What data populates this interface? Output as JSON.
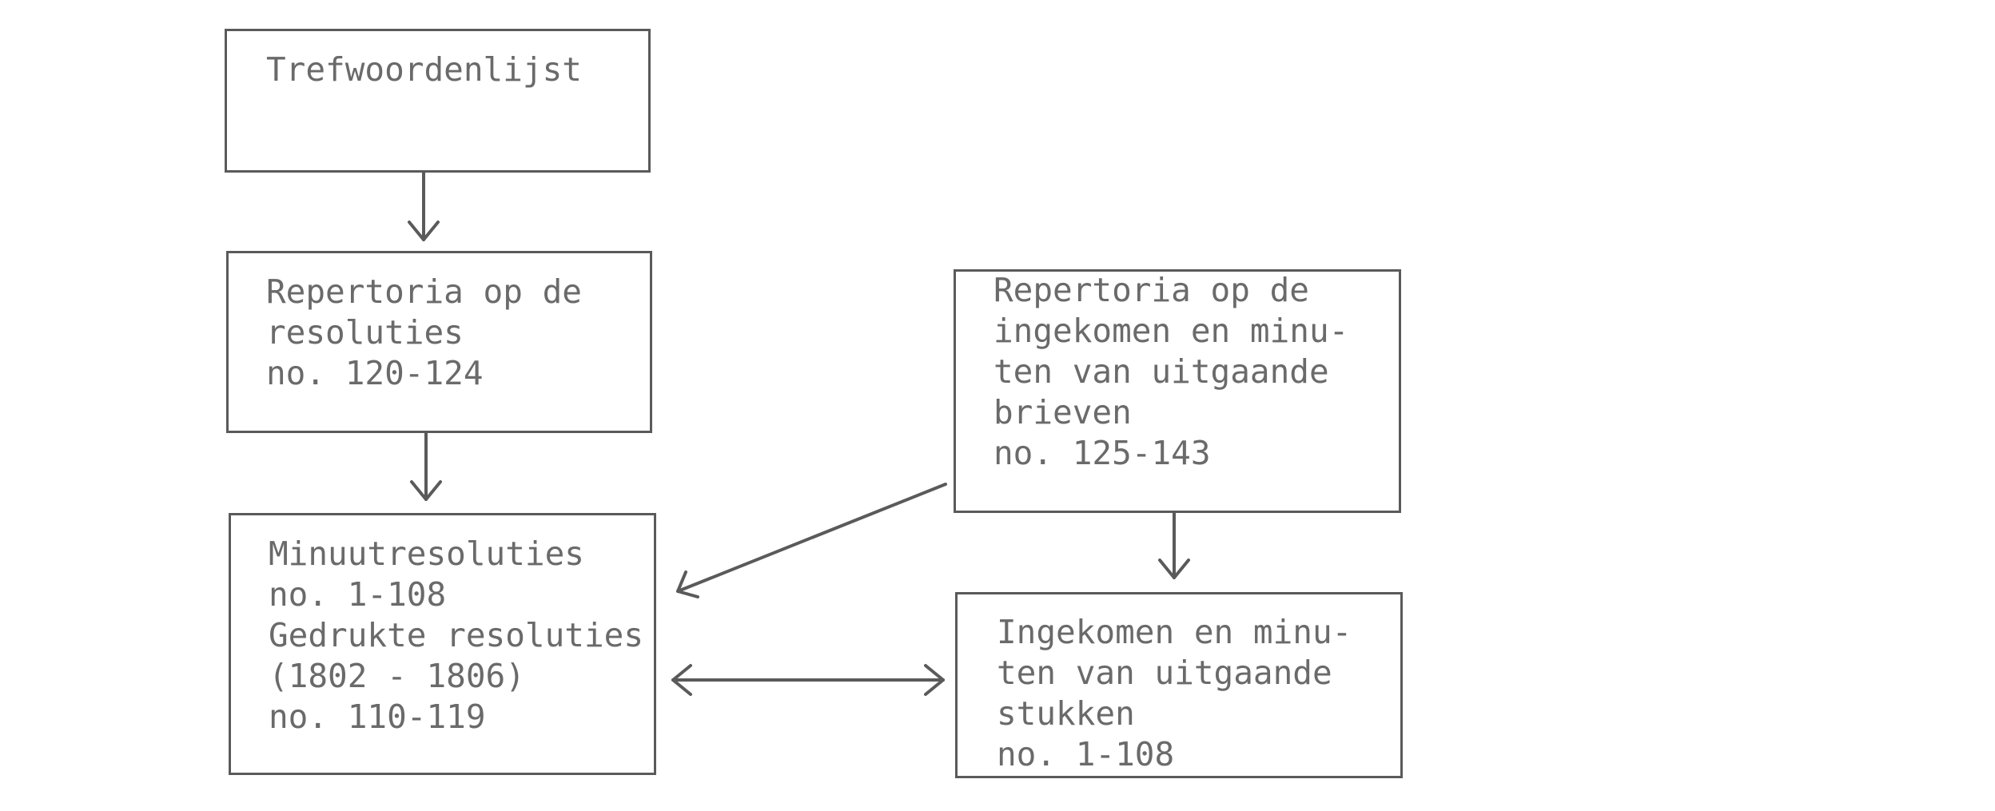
{
  "diagram": {
    "stroke_color": "#5a5a5a",
    "text_color": "#6a6a6a",
    "boxes": {
      "keyword_list": {
        "lines": [
          "Trefwoordenlijst"
        ]
      },
      "repertoria_resolutions": {
        "lines": [
          "Repertoria op de",
          "resoluties",
          "no. 120-124"
        ]
      },
      "minute_resolutions": {
        "lines": [
          "Minuutresoluties",
          "no. 1-108",
          "Gedrukte resoluties",
          "(1802 - 1806)",
          "no. 110-119"
        ]
      },
      "repertoria_letters": {
        "lines": [
          "Repertoria op de",
          "ingekomen en minu-",
          "ten van uitgaande",
          "brieven",
          "no. 125-143"
        ]
      },
      "incoming_outgoing": {
        "lines": [
          "Ingekomen en minu-",
          "ten van uitgaande",
          "stukken",
          "no. 1-108"
        ]
      }
    },
    "connections": [
      {
        "from": "keyword_list",
        "to": "repertoria_resolutions",
        "direction": "forward"
      },
      {
        "from": "repertoria_resolutions",
        "to": "minute_resolutions",
        "direction": "forward"
      },
      {
        "from": "repertoria_letters",
        "to": "minute_resolutions",
        "direction": "forward"
      },
      {
        "from": "repertoria_letters",
        "to": "incoming_outgoing",
        "direction": "forward"
      },
      {
        "from": "minute_resolutions",
        "to": "incoming_outgoing",
        "direction": "both"
      }
    ]
  }
}
